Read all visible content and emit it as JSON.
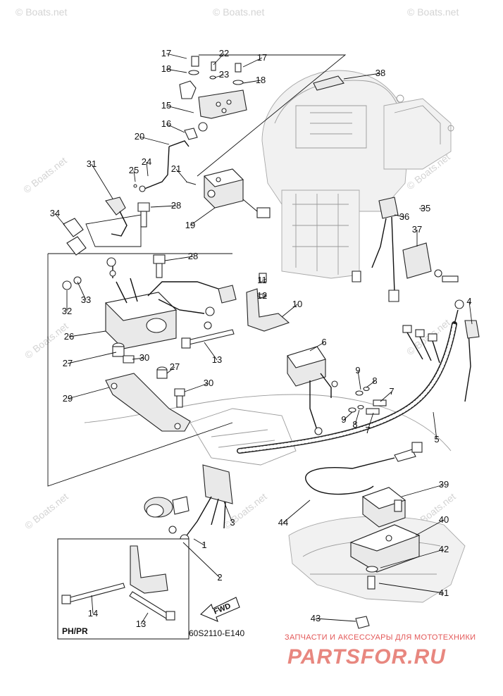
{
  "watermark": "© Boats.net",
  "drawing_code": "60S2110-E140",
  "inset_label": "PH/PR",
  "fwd_label": "FWD",
  "brand": {
    "tagline": "ЗАПЧАСТИ И АКСЕССУАРЫ ДЛЯ МОТОТЕХНИКИ",
    "site": "PARTSFOR.RU"
  },
  "callouts": [
    "17",
    "22",
    "17",
    "18",
    "23",
    "18",
    "38",
    "15",
    "16",
    "20",
    "24",
    "25",
    "21",
    "31",
    "28",
    "35",
    "36",
    "34",
    "19",
    "37",
    "28",
    "11",
    "12",
    "10",
    "33",
    "32",
    "4",
    "26",
    "13",
    "6",
    "27",
    "30",
    "9",
    "8",
    "7",
    "27",
    "9",
    "8",
    "7",
    "29",
    "30",
    "5",
    "39",
    "44",
    "3",
    "40",
    "1",
    "42",
    "2",
    "41",
    "14",
    "13",
    "43"
  ]
}
